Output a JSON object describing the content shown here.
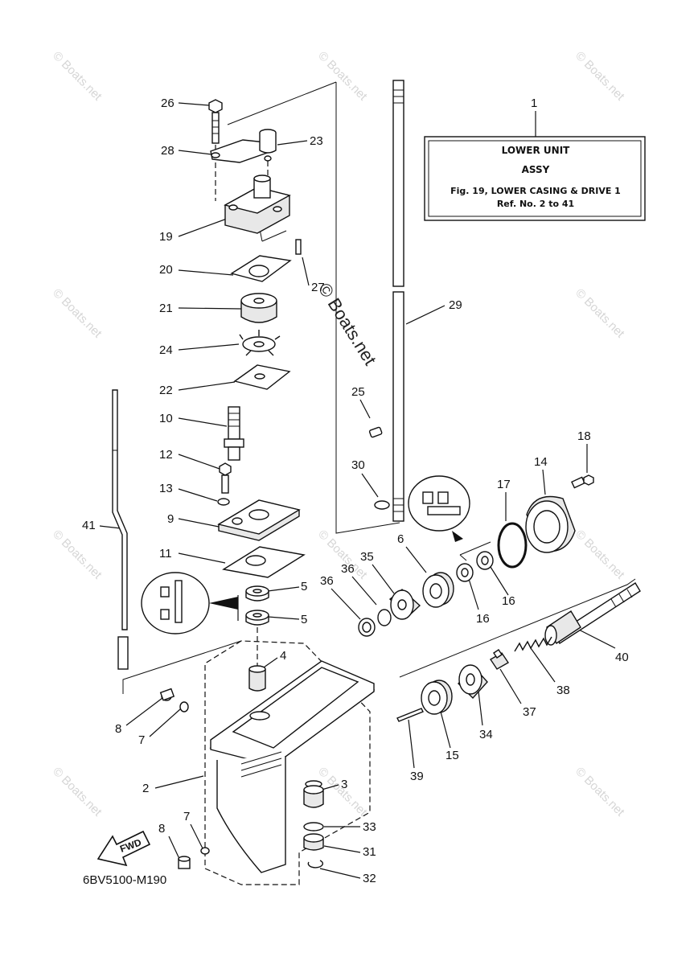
{
  "watermarks": {
    "text": "© Boats.net",
    "center_text": "© Boats.net"
  },
  "info_box": {
    "callout": "1",
    "line1": "LOWER UNIT",
    "line2": "ASSY",
    "line3": "Fig. 19, LOWER CASING & DRIVE 1",
    "line4": "Ref. No. 2 to 41"
  },
  "fwd_label": "FWD",
  "diagram_code": "6BV5100-M190",
  "callouts": {
    "c26": "26",
    "c28": "28",
    "c23": "23",
    "c19": "19",
    "c27": "27",
    "c20": "20",
    "c21": "21",
    "c24": "24",
    "c22": "22",
    "c10": "10",
    "c12": "12",
    "c13": "13",
    "c9": "9",
    "c11": "11",
    "c41": "41",
    "c5a": "5",
    "c5b": "5",
    "c4": "4",
    "c8a": "8",
    "c7a": "7",
    "c2": "2",
    "c3": "3",
    "c7b": "7",
    "c8b": "8",
    "c33": "33",
    "c31": "31",
    "c32": "32",
    "c29": "29",
    "c25": "25",
    "c30": "30",
    "c18": "18",
    "c14": "14",
    "c17": "17",
    "c6": "6",
    "c35": "35",
    "c36a": "36",
    "c36b": "36",
    "c16a": "16",
    "c16b": "16",
    "c40": "40",
    "c38": "38",
    "c37": "37",
    "c34": "34",
    "c15": "15",
    "c39": "39"
  }
}
